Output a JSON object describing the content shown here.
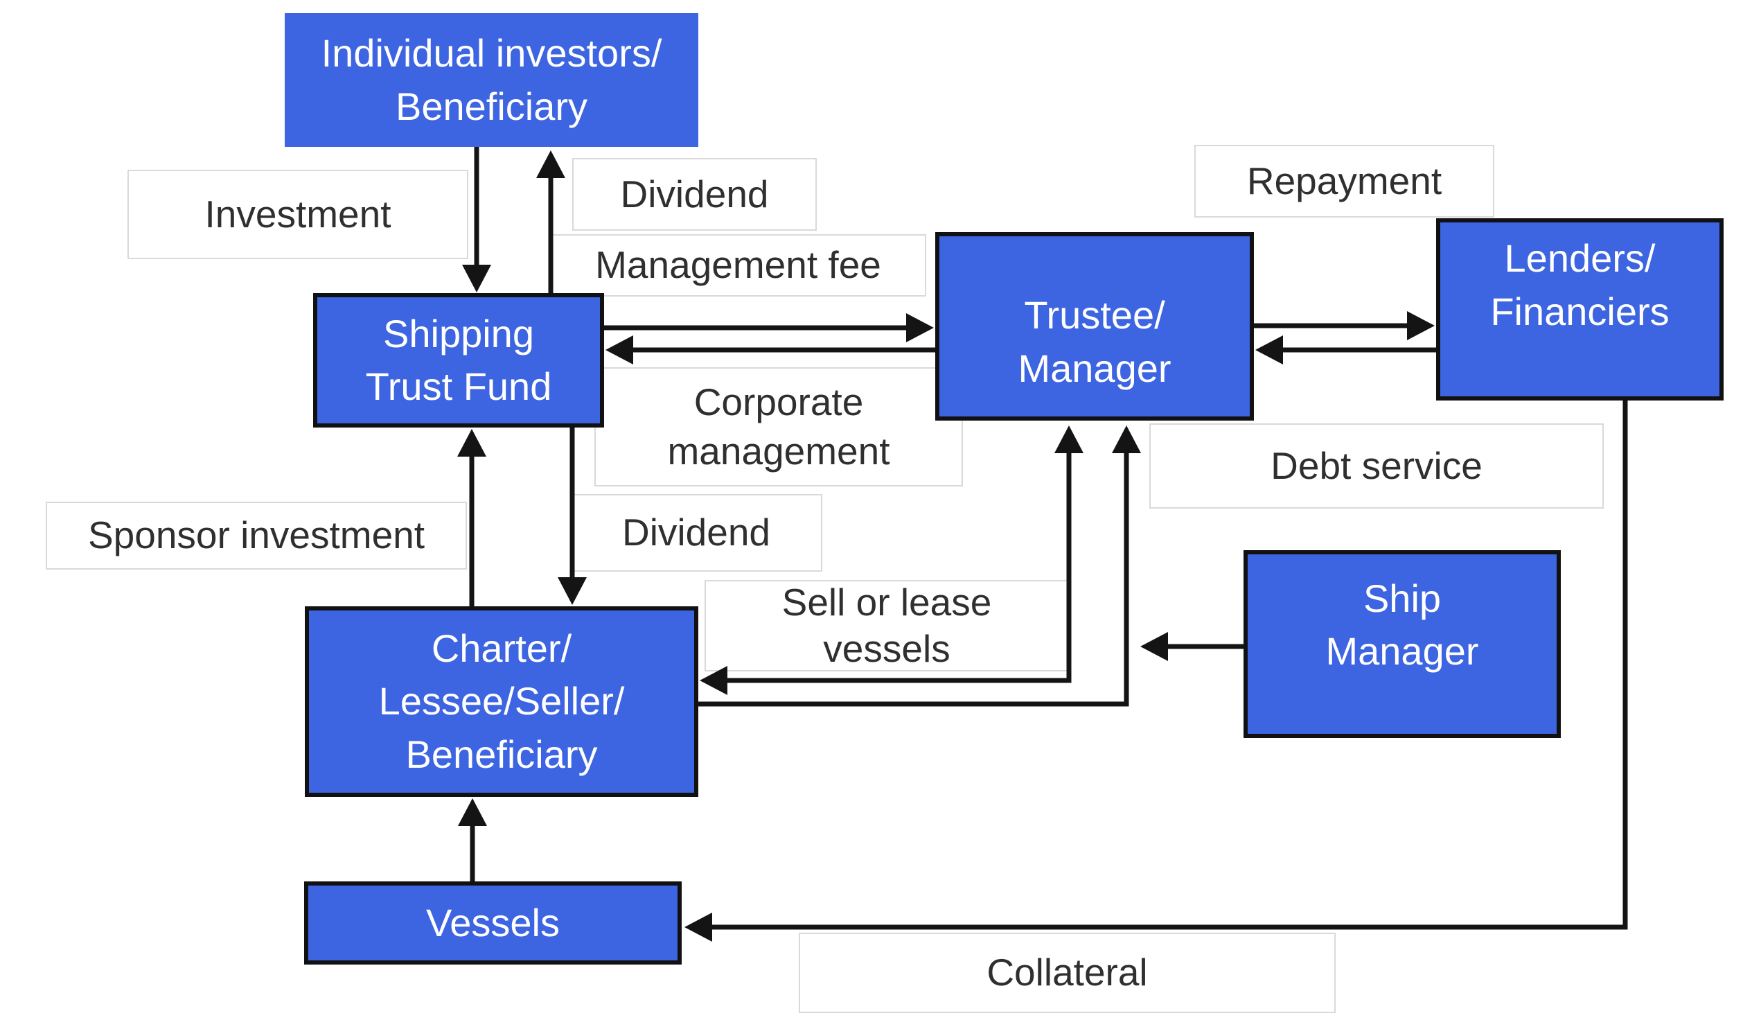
{
  "diagram": {
    "description": "Shipping trust fund structure flow diagram",
    "colors": {
      "node_fill": "#3d64e1",
      "node_text": "#ffffff",
      "node_border": "#111111",
      "label_background": "#ffffff",
      "label_border": "#d9d9d9",
      "label_text": "#2f2f2f",
      "arrow": "#141414",
      "background": "#ffffff"
    },
    "nodes": [
      {
        "id": "individual-investors",
        "lines": [
          "Individual investors/",
          "Beneficiary"
        ]
      },
      {
        "id": "shipping-trust-fund",
        "lines": [
          "Shipping",
          "Trust Fund"
        ]
      },
      {
        "id": "trustee-manager",
        "lines": [
          "Trustee/",
          "Manager"
        ]
      },
      {
        "id": "lenders-financiers",
        "lines": [
          "Lenders/",
          "Financiers"
        ]
      },
      {
        "id": "charter-lessee-seller-beneficiary",
        "lines": [
          "Charter/",
          "Lessee/Seller/",
          "Beneficiary"
        ]
      },
      {
        "id": "ship-manager",
        "lines": [
          "Ship",
          "Manager"
        ]
      },
      {
        "id": "vessels",
        "lines": [
          "Vessels"
        ]
      }
    ],
    "edge_labels": [
      {
        "id": "investment",
        "lines": [
          "Investment"
        ]
      },
      {
        "id": "dividend-top",
        "lines": [
          "Dividend"
        ]
      },
      {
        "id": "management-fee",
        "lines": [
          "Management fee"
        ]
      },
      {
        "id": "repayment",
        "lines": [
          "Repayment"
        ]
      },
      {
        "id": "corporate-management",
        "lines": [
          "Corporate",
          "management"
        ]
      },
      {
        "id": "sponsor-investment",
        "lines": [
          "Sponsor investment"
        ]
      },
      {
        "id": "dividend-bottom",
        "lines": [
          "Dividend"
        ]
      },
      {
        "id": "sell-or-lease-vessels",
        "lines": [
          "Sell or lease",
          "vessels"
        ]
      },
      {
        "id": "debt-service",
        "lines": [
          "Debt service"
        ]
      },
      {
        "id": "collateral",
        "lines": [
          "Collateral"
        ]
      }
    ]
  }
}
